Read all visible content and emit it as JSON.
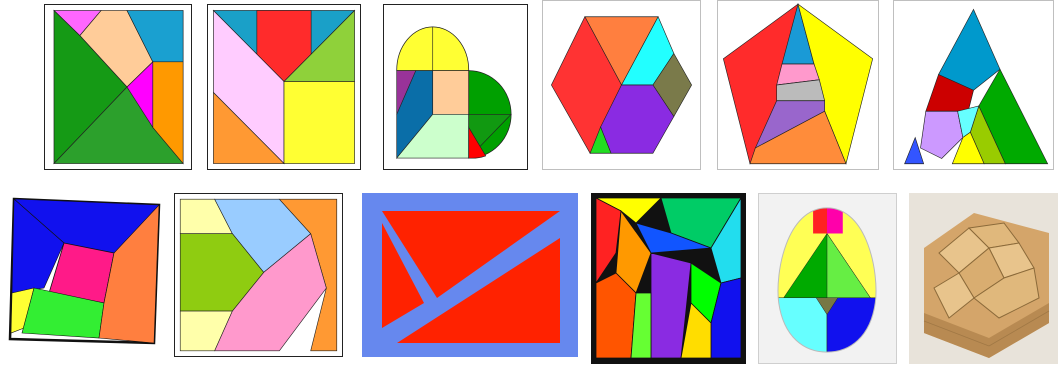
{
  "gallery": {
    "rows": [
      {
        "tiles": [
          {
            "name": "tangram-square-seven-piece",
            "shape": "square",
            "colors": [
              "#ff66ff",
              "#ffcc99",
              "#1e90ff",
              "#00a600",
              "#2ca02c",
              "#ff00ff",
              "#ff9900"
            ]
          },
          {
            "name": "tangram-square-chevron",
            "shape": "square",
            "colors": [
              "#1aa0c8",
              "#ff2b2b",
              "#ffccff",
              "#8fd13a",
              "#ffff33",
              "#ff9933"
            ]
          },
          {
            "name": "tangram-heart",
            "shape": "heart",
            "colors": [
              "#ffff33",
              "#993399",
              "#ffcc99",
              "#0a6ea8",
              "#00a000",
              "#ccffcc",
              "#ff0000"
            ]
          },
          {
            "name": "tangram-hexagon",
            "shape": "hexagon",
            "colors": [
              "#ff3333",
              "#ff7f3f",
              "#22ffff",
              "#7a7a4a",
              "#8a2be2",
              "#22dd22",
              "#ff0000"
            ]
          },
          {
            "name": "tangram-pentagon",
            "shape": "pentagon",
            "colors": [
              "#ff2b2b",
              "#1a9ad6",
              "#ffff00",
              "#ff99cc",
              "#bbbbbb",
              "#9966cc",
              "#ff8c3a"
            ]
          },
          {
            "name": "tangram-triangle",
            "shape": "triangle",
            "colors": [
              "#0099cc",
              "#cc0000",
              "#00aa00",
              "#99cc00",
              "#cc99ff",
              "#66ffff",
              "#ffff00",
              "#3355ff"
            ]
          }
        ]
      },
      {
        "tiles": [
          {
            "name": "tangram-square-tilted",
            "shape": "square",
            "colors": [
              "#1111ee",
              "#ff1a88",
              "#ffff33",
              "#33ee33",
              "#ff7f3f"
            ]
          },
          {
            "name": "tangram-square-arrow",
            "shape": "square",
            "colors": [
              "#ffffaa",
              "#99ccff",
              "#8fcc11",
              "#ff9933",
              "#ff99cc"
            ]
          },
          {
            "name": "tangram-rectangle-red",
            "shape": "rectangle",
            "colors": [
              "#6688ee",
              "#ff2200"
            ]
          },
          {
            "name": "tangram-rectangle-multicolor",
            "shape": "rectangle",
            "colors": [
              "#ffff00",
              "#00cc66",
              "#1155ff",
              "#ff8800",
              "#8a2be2",
              "#00ff00",
              "#ff0000"
            ]
          },
          {
            "name": "tangram-egg",
            "shape": "egg",
            "colors": [
              "#ff2222",
              "#ff00aa",
              "#ffff55",
              "#00aa00",
              "#66ffff",
              "#1111ee",
              "#777744"
            ]
          },
          {
            "name": "wooden-puzzle-photo",
            "shape": "photo",
            "colors": [
              "#d4a56a",
              "#b88a52",
              "#e8c48c"
            ]
          }
        ]
      }
    ]
  }
}
